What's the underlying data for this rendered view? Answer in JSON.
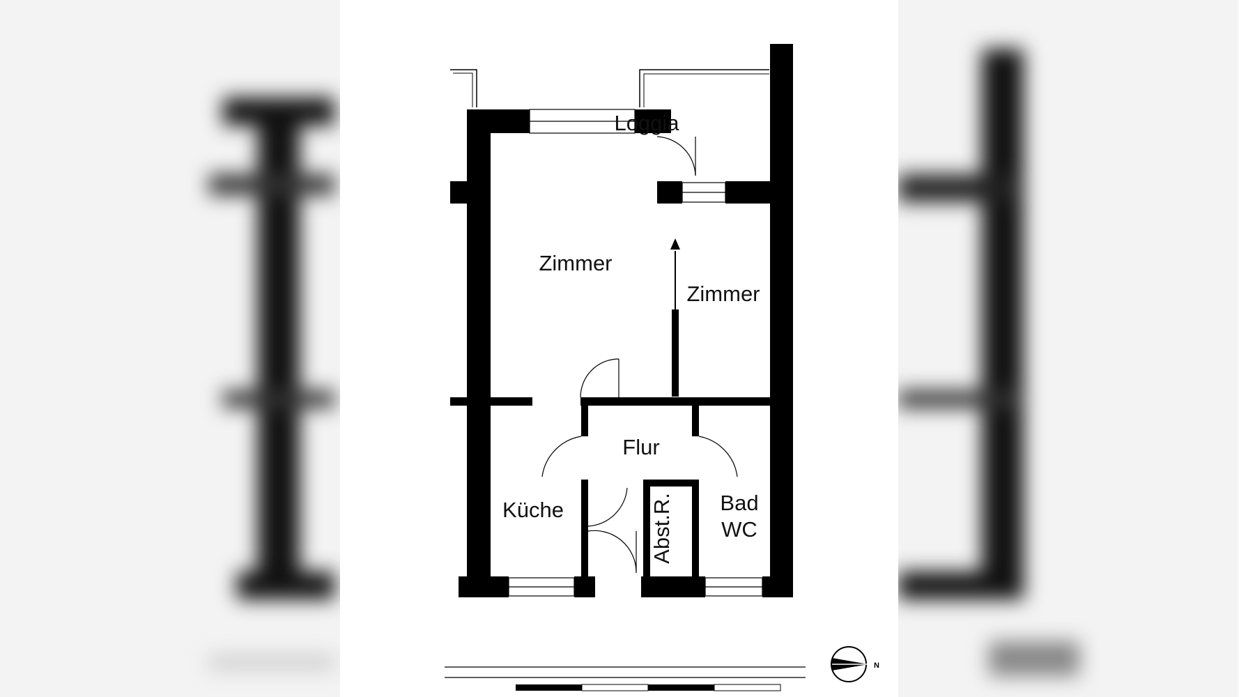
{
  "floorplan": {
    "rooms": {
      "loggia": "Loggia",
      "zimmer_main": "Zimmer",
      "zimmer_side": "Zimmer",
      "flur": "Flur",
      "kueche": "Küche",
      "abstellraum": "Abst.R.",
      "bad": "Bad",
      "wc": "WC"
    },
    "compass": {
      "letter": "N"
    }
  },
  "colors": {
    "wall": "#000000",
    "background": "#ffffff",
    "blur_background": "#f3f3f3"
  }
}
